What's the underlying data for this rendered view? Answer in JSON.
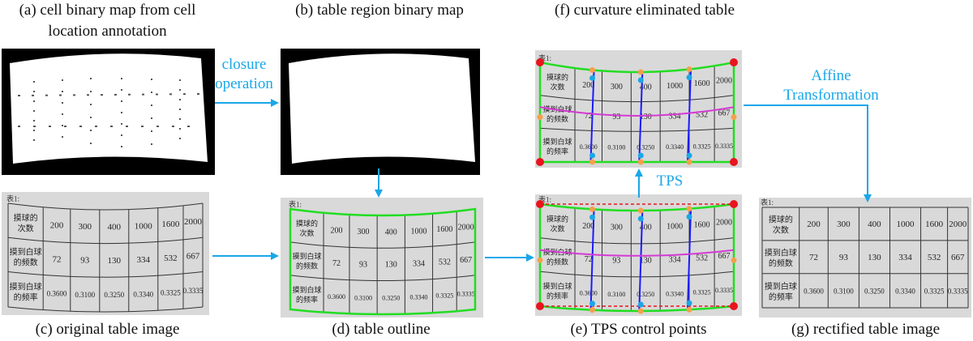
{
  "captions": {
    "a": "(a) cell binary map from cell location annotation",
    "b": "(b) table region binary map",
    "c": "(c) original table image",
    "d": "(d) table outline",
    "e": "(e) TPS control points",
    "f": "(f) curvature eliminated table",
    "g": "(g) rectified table image"
  },
  "arrow_labels": {
    "closure": "closure operation",
    "tps": "TPS",
    "affine": "Affine Transformation"
  },
  "table": {
    "header_prefix": "表1:",
    "row_labels": [
      "摸球的次数",
      "摸到白球的频数",
      "摸到白球的频率"
    ],
    "rows": [
      [
        "200",
        "300",
        "400",
        "1000",
        "1600",
        "2000"
      ],
      [
        "72",
        "93",
        "130",
        "334",
        "532",
        "667"
      ],
      [
        "0.3600",
        "0.3100",
        "0.3250",
        "0.3340",
        "0.3325",
        "0.3335"
      ]
    ]
  },
  "colors": {
    "arrow": "#1aa7e8",
    "outline": "#22dd22",
    "control_point_corner": "#e8141e",
    "control_point_edge": "#f4a14a",
    "control_point_inner": "#1aa7e8",
    "grid_line": "#1a1aff",
    "midline": "#d43ad4",
    "dashed_line": "#e8141e"
  }
}
